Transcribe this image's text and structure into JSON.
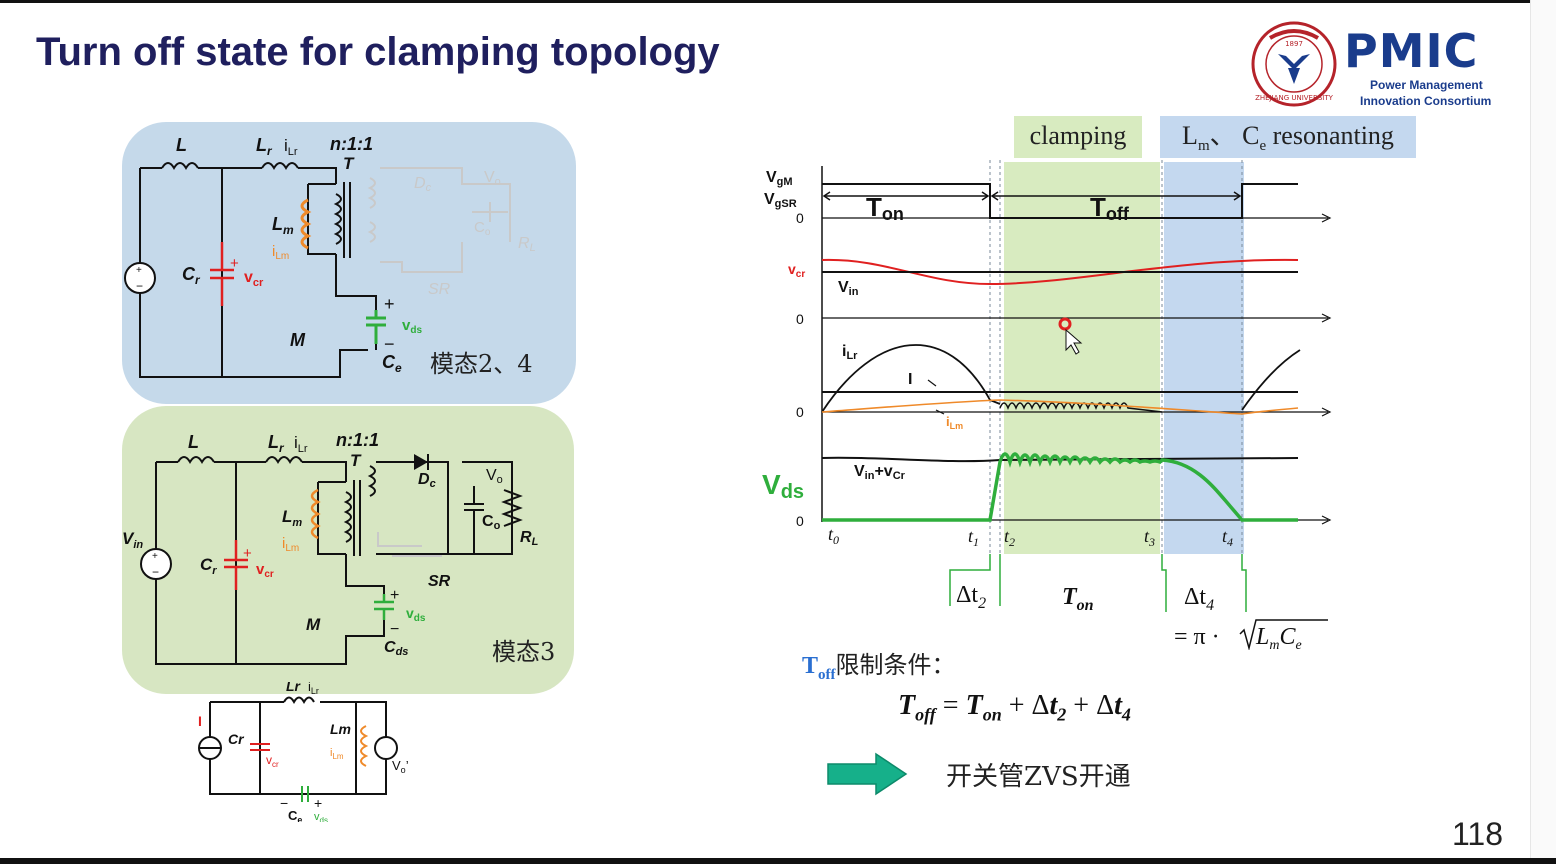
{
  "slide": {
    "title": "Turn off state for clamping topology",
    "page_number": "118"
  },
  "logo": {
    "text": "PMIC",
    "subtitle_line1": "Power Management",
    "subtitle_line2": "Innovation Consortium",
    "seal_text": "ZHEJIANG UNIVERSITY",
    "seal_year": "1897"
  },
  "circuits": {
    "mode_a": {
      "caption": "模态2、4",
      "labels": {
        "L": "L",
        "Lr": "L",
        "Lr_sub": "r",
        "iLr": "i",
        "iLr_sub": "Lr",
        "ratio": "n:1:1",
        "T": "T",
        "Lm": "L",
        "Lm_sub": "m",
        "iLm": "i",
        "iLm_sub": "Lm",
        "Cr": "C",
        "Cr_sub": "r",
        "vcr": "v",
        "vcr_sub": "cr",
        "M": "M",
        "Ce": "C",
        "Ce_sub": "e",
        "vds": "v",
        "vds_sub": "ds",
        "plus": "+",
        "minus": "−",
        "Dc": "D",
        "Dc_sub": "c",
        "Vo": "V",
        "Vo_sub": "o",
        "Co": "C",
        "Co_sub": "o",
        "RL": "R",
        "RL_sub": "L",
        "SR": "SR"
      }
    },
    "mode_b": {
      "caption": "模态3",
      "labels": {
        "L": "L",
        "Lr": "L",
        "Lr_sub": "r",
        "iLr": "i",
        "iLr_sub": "Lr",
        "ratio": "n:1:1",
        "T": "T",
        "Vin": "V",
        "Vin_sub": "in",
        "Lm": "L",
        "Lm_sub": "m",
        "iLm": "i",
        "iLm_sub": "Lm",
        "Cr": "C",
        "Cr_sub": "r",
        "vcr": "v",
        "vcr_sub": "cr",
        "Dc": "D",
        "Dc_sub": "c",
        "Vo": "V",
        "Vo_sub": "o",
        "Co": "C",
        "Co_sub": "o",
        "RL": "R",
        "RL_sub": "L",
        "SR": "SR",
        "M": "M",
        "vds": "v",
        "vds_sub": "ds",
        "Cds": "C",
        "Cds_sub": "ds",
        "plus": "+",
        "minus": "−"
      }
    },
    "equivalent": {
      "labels": {
        "Lr": "Lr",
        "iLr": "i",
        "iLr_sub": "Lr",
        "I": "I",
        "Cr": "Cr",
        "vcr": "v",
        "vcr_sub": "cr",
        "Lm": "Lm",
        "iLm": "i",
        "iLm_sub": "Lm",
        "Vo": "V",
        "Vo_sub": "o",
        "Vo_prime": "’",
        "Ce": "C",
        "Ce_sub": "e",
        "vds": "v",
        "vds_sub": "ds",
        "plus": "+",
        "minus": "−"
      }
    }
  },
  "waveform": {
    "band_clamping": "clamping",
    "band_resonant_parts": [
      "L",
      "m",
      "、 C",
      "e",
      " resonanting"
    ],
    "signal_labels": {
      "vgM": "V",
      "vgM_sub": "gM",
      "vgSR": "V",
      "vgSR_sub": "gSR",
      "vcr": "v",
      "vcr_sub": "cr",
      "vin": "V",
      "vin_sub": "in",
      "iLr": "i",
      "iLr_sub": "Lr",
      "I": "I",
      "iLm": "i",
      "iLm_sub": "Lm",
      "vin_vcr": "V",
      "vin_vcr_sub": "in",
      "vin_vcr_plus": "+v",
      "vin_vcr_sub2": "Cr",
      "vds": "V",
      "vds_sub": "ds",
      "zero": "0"
    },
    "period_labels": {
      "ton": "T",
      "ton_sub": "on",
      "toff": "T",
      "toff_sub": "off"
    },
    "time_marks": [
      {
        "t": "t",
        "sub": "0"
      },
      {
        "t": "t",
        "sub": "1"
      },
      {
        "t": "t",
        "sub": "2"
      },
      {
        "t": "t",
        "sub": "3"
      },
      {
        "t": "t",
        "sub": "4"
      }
    ],
    "interval_labels": {
      "dt2": "Δt",
      "dt2_sub": "2",
      "ton": "T",
      "ton_sub": "on",
      "dt4": "Δt",
      "dt4_sub": "4",
      "dt4_eq": "= π ·",
      "dt4_sqrt": "L",
      "dt4_sqrt_sub1": "m",
      "dt4_sqrt_c": "C",
      "dt4_sqrt_sub2": "e"
    }
  },
  "conditions": {
    "toff_label_main": "T",
    "toff_label_sub": "off",
    "toff_label_rest": "限制条件：",
    "formula": "T",
    "formula_parts": [
      "T",
      "off",
      " = ",
      "T",
      "on",
      " + Δ",
      "t",
      "2",
      " + Δ",
      "t",
      "4"
    ],
    "result": "开关管ZVS开通"
  },
  "colors": {
    "title": "#1f1f5e",
    "logo_blue": "#1a3c8c",
    "seal_red": "#b5232a",
    "vcr_red": "#e02020",
    "ilm_orange": "#ef8a2a",
    "vds_green": "#2fae3c",
    "panel_blue": "#c5d9ea",
    "panel_green": "#d7e6c2",
    "arrow_teal": "#16b08a",
    "toff_blue": "#2a6fd1"
  }
}
